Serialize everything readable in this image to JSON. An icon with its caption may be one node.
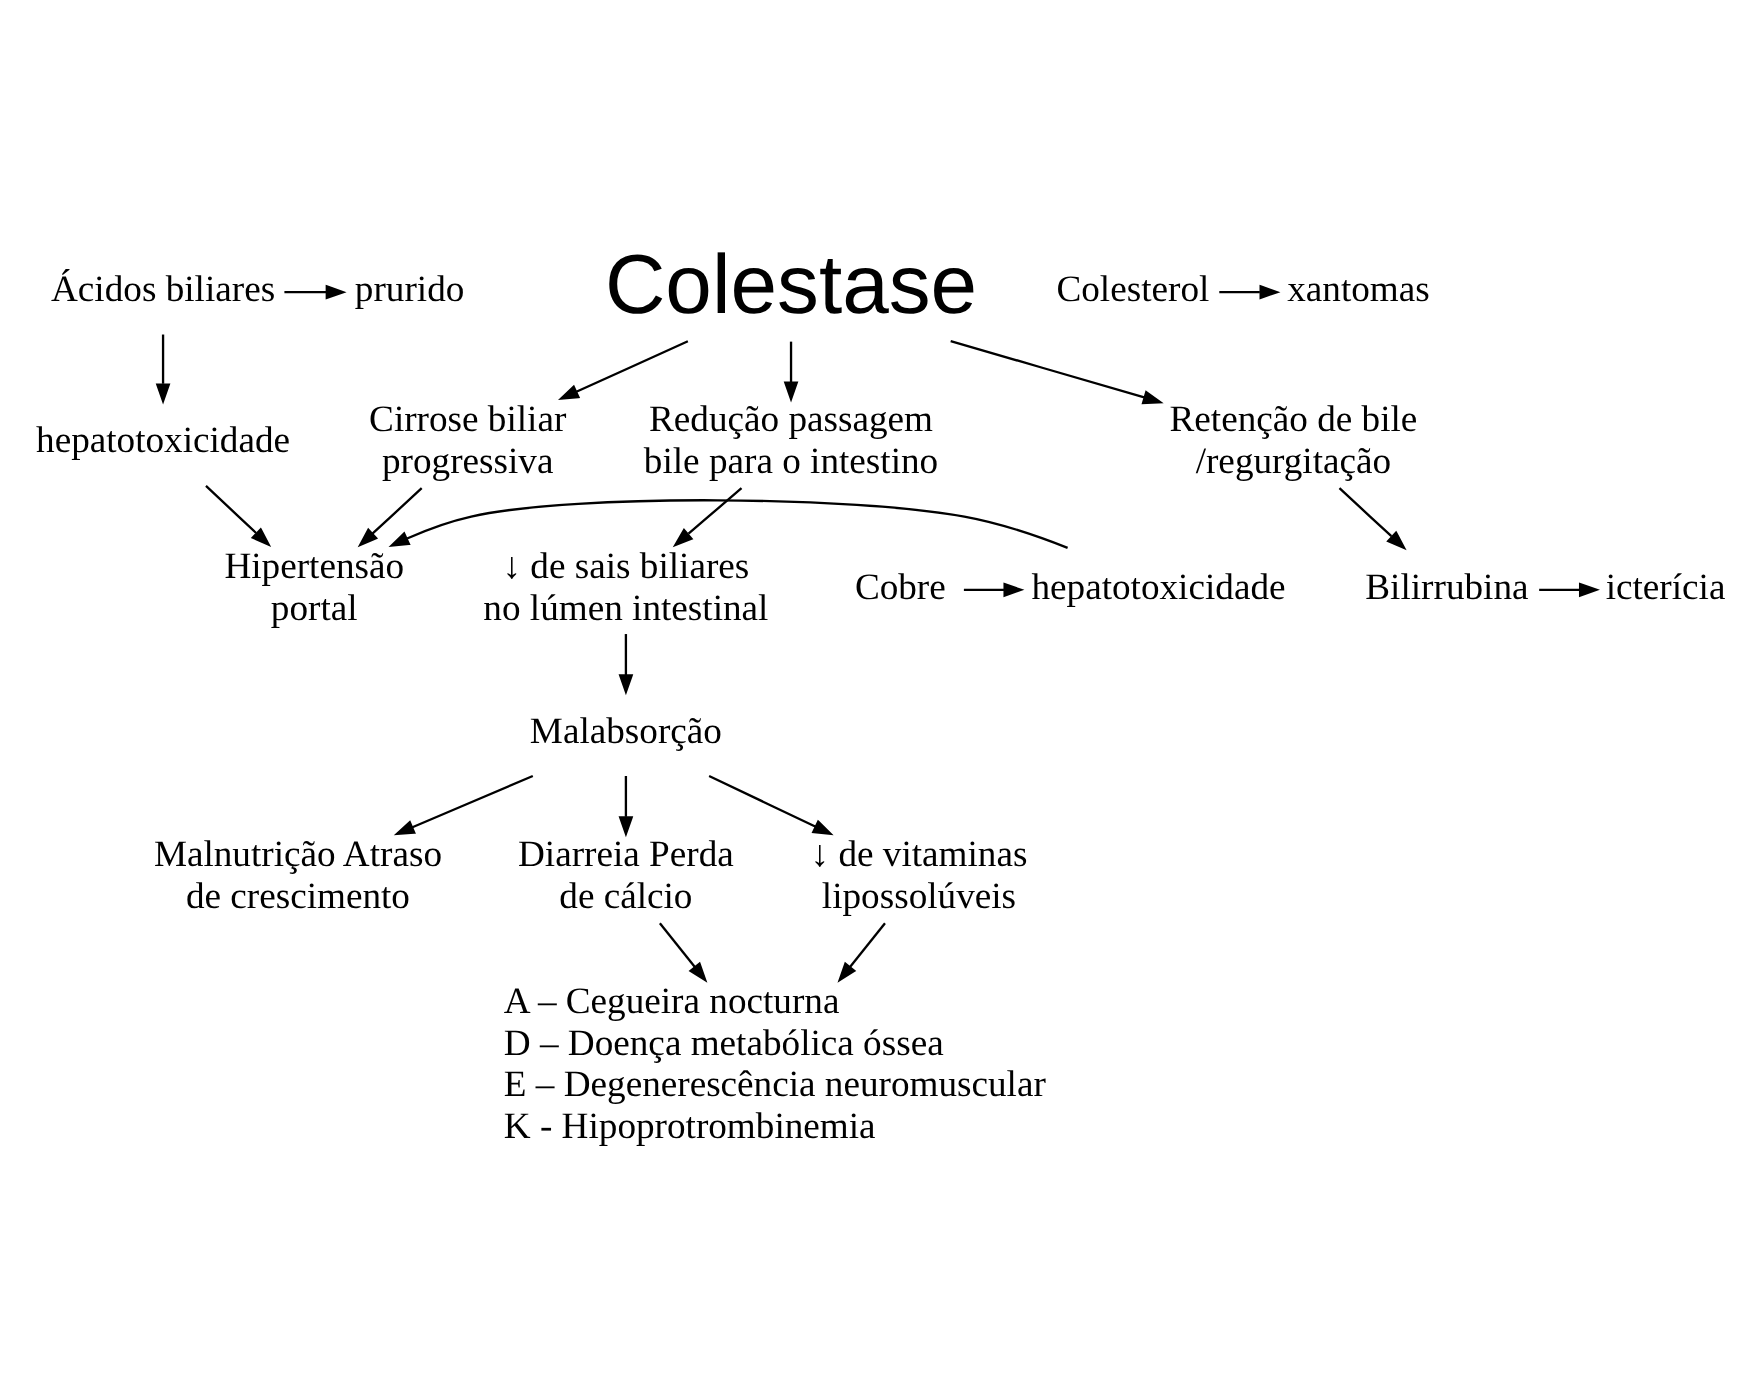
{
  "diagram": {
    "nodes": [
      {
        "text": [
          "Colestase"
        ]
      },
      {
        "text": [
          "Retenção de bile /regurgitação"
        ]
      },
      {
        "text": [
          "Cirrose biliar progressiva"
        ]
      },
      {
        "text": [
          "Redução passagem bile para o intestino"
        ]
      },
      {
        "text": [
          "Bilirrubina"
        ]
      },
      {
        "text": [
          "icterícia"
        ]
      },
      {
        "text": [
          "Colesterol"
        ]
      },
      {
        "text": [
          "xantomas"
        ]
      },
      {
        "text": [
          "Ácidos biliares"
        ]
      },
      {
        "text": [
          "prurido"
        ]
      },
      {
        "text": [
          "hepatotoxicidade"
        ]
      },
      {
        "text": [
          "Cobre"
        ]
      },
      {
        "text": [
          "hepatotoxicidade"
        ]
      },
      {
        "text": [
          "Hipertensão portal"
        ]
      },
      {
        "text": [
          "↓ de sais biliares no lúmen intestinal"
        ]
      },
      {
        "text": [
          "Malabsorção"
        ]
      },
      {
        "text": [
          "Malnutrição Atraso de crescimento"
        ]
      },
      {
        "text": [
          "↓ de vitaminas lipossolúveis"
        ]
      },
      {
        "text": [
          "Diarreia Perda de cálcio"
        ]
      },
      {
        "text": [
          "A – Cegueira nocturna",
          "D – Doença metabólica óssea",
          "E – Degenerescência neuromuscular",
          "K - Hipoprotrombinemia"
        ]
      }
    ],
    "edges": [
      {
        "from": 0,
        "to": 1,
        "arrow": "to"
      },
      {
        "from": 0,
        "to": 2,
        "arrow": "to"
      },
      {
        "from": 0,
        "to": 3,
        "arrow": "to"
      },
      {
        "from": 1,
        "to": 4,
        "arrow": "to"
      },
      {
        "from": 4,
        "to": 5,
        "arrow": "to"
      },
      {
        "from": 6,
        "to": 7,
        "arrow": "to"
      },
      {
        "from": 8,
        "to": 9,
        "arrow": "to"
      },
      {
        "from": 8,
        "to": 10,
        "arrow": "to"
      },
      {
        "from": 11,
        "to": 12,
        "arrow": "to"
      },
      {
        "from": 10,
        "to": 13,
        "arrow": "to"
      },
      {
        "from": 12,
        "to": 13,
        "arrow": "to"
      },
      {
        "from": 2,
        "to": 13,
        "arrow": "to"
      },
      {
        "from": 3,
        "to": 14,
        "arrow": "to"
      },
      {
        "from": 14,
        "to": 15,
        "arrow": "to"
      },
      {
        "from": 15,
        "to": 16,
        "arrow": "to"
      },
      {
        "from": 15,
        "to": 17,
        "arrow": "to"
      },
      {
        "from": 15,
        "to": 18,
        "arrow": "to"
      },
      {
        "from": 17,
        "to": 19,
        "arrow": "to"
      },
      {
        "from": 18,
        "to": 19,
        "arrow": "to"
      }
    ]
  }
}
